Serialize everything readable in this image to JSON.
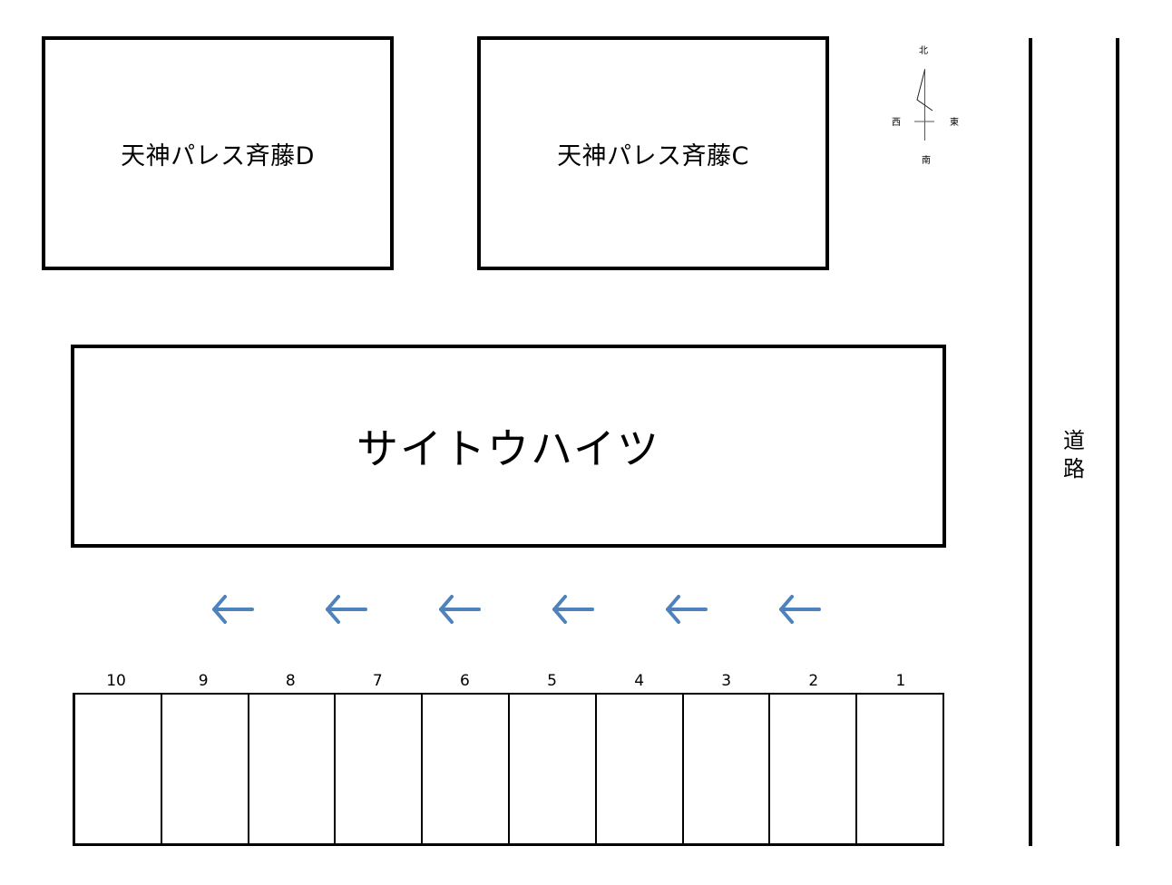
{
  "diagram": {
    "type": "parking-lot-map",
    "colors": {
      "line": "#000000",
      "arrow": "#4f81bd",
      "background": "#ffffff"
    }
  },
  "buildings": [
    {
      "id": "tenjin-palace-saito-d",
      "label": "天神パレス斉藤D"
    },
    {
      "id": "tenjin-palace-saito-c",
      "label": "天神パレス斉藤C"
    },
    {
      "id": "saito-heights",
      "label": "サイトウハイツ"
    }
  ],
  "compass": {
    "north": "北",
    "south": "南",
    "east": "東",
    "west": "西"
  },
  "road": {
    "label_line1": "道",
    "label_line2": "路"
  },
  "traffic_arrows": {
    "direction": "left",
    "count": 6,
    "icon": "arrow-left-icon"
  },
  "parking": {
    "spaces": [
      {
        "number": "10"
      },
      {
        "number": "9"
      },
      {
        "number": "8"
      },
      {
        "number": "7"
      },
      {
        "number": "6"
      },
      {
        "number": "5"
      },
      {
        "number": "4"
      },
      {
        "number": "3"
      },
      {
        "number": "2"
      },
      {
        "number": "1"
      }
    ]
  }
}
